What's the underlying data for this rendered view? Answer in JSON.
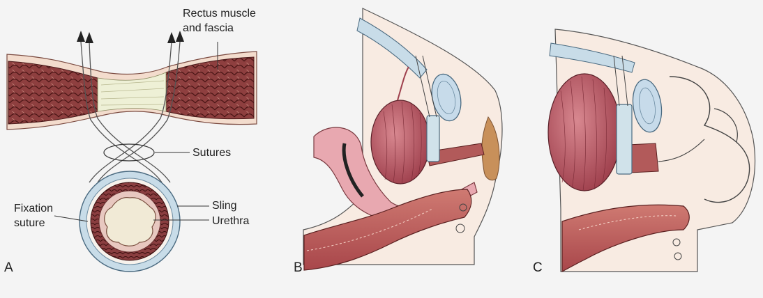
{
  "figure": {
    "panels": [
      {
        "letter": "A"
      },
      {
        "letter": "B"
      },
      {
        "letter": "C"
      }
    ],
    "labels": {
      "rectus_line1": "Rectus muscle",
      "rectus_line2": "and fascia",
      "sutures": "Sutures",
      "sling": "Sling",
      "fixation_line1": "Fixation",
      "fixation_line2": "suture",
      "urethra": "Urethra"
    },
    "colors": {
      "background": "#f4f4f4",
      "muscle": "#9c4a4a",
      "muscle_dark": "#5a2020",
      "fascia": "#f0d8c8",
      "central_band": "#eef0d8",
      "sling": "#c8dce8",
      "bladder": "#b95a66",
      "urethral_lumen": "#f1ead8",
      "skin": "#f7e8e0",
      "vagina": "#e8a8b0",
      "rectum": "#b85a5a",
      "pubic_bone": "#c7dbea",
      "perineum": "#c8905a"
    }
  }
}
